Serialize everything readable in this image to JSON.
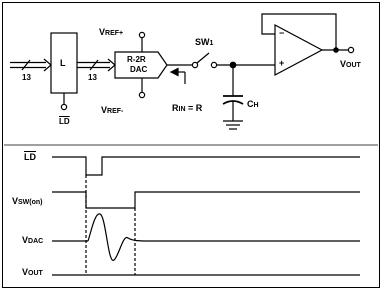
{
  "circuit": {
    "bus_width_left": "13",
    "latch_label": "L",
    "bus_width_right": "13",
    "latch_enable_label": "LD",
    "vref_plus_main": "V",
    "vref_plus_sub": "REF+",
    "dac_label_line1": "R-2R",
    "dac_label_line2": "DAC",
    "vref_minus_main": "V",
    "vref_minus_sub": "REF-",
    "switch_main": "SW",
    "switch_sub": "1",
    "rin_main": "R",
    "rin_sub": "IN",
    "rin_rest": " = R",
    "cap_main": "C",
    "cap_sub": "H",
    "opamp_minus": "−",
    "opamp_plus": "+",
    "vout_main": "V",
    "vout_sub": "OUT"
  },
  "timing": {
    "ld_label": "LD",
    "vsw_main": "V",
    "vsw_sub": "SW(on)",
    "vdac_main": "V",
    "vdac_sub": "DAC",
    "vout_main": "V",
    "vout_sub": "OUT"
  }
}
